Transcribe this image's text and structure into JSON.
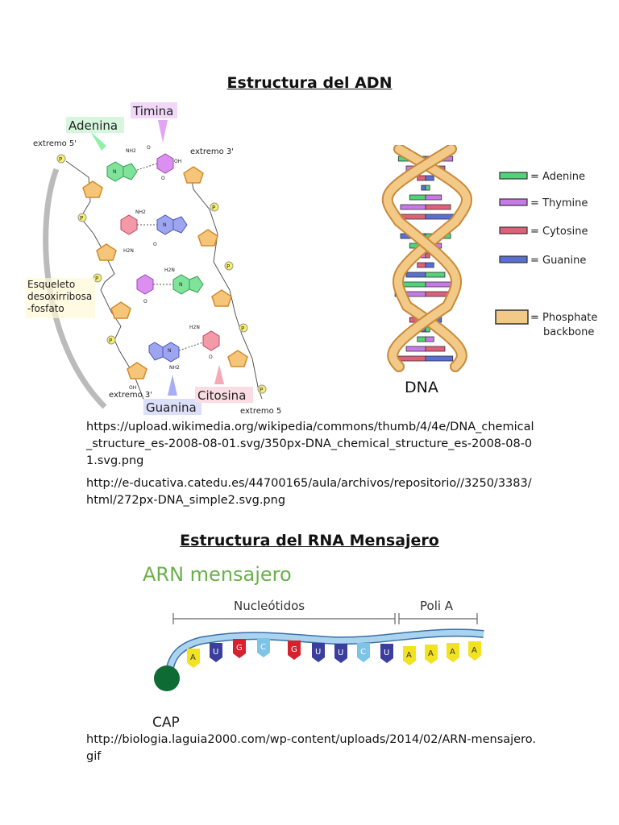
{
  "heading_adn": "Estructura del ADN",
  "chem": {
    "adenina": "Adenina",
    "timina": "Timina",
    "guanina": "Guanina",
    "citosina": "Citosina",
    "extremo5_top": "extremo 5'",
    "extremo3_top": "extremo 3'",
    "extremo3_bottom": "extremo 3'",
    "extremo5_bottom": "extremo 5",
    "esqueleto_1": "Esqueleto",
    "esqueleto_2": "desoxirribosa",
    "esqueleto_3": "-fosfato",
    "nh2": "NH2",
    "h2n": "H2N",
    "oh": "OH",
    "p": "P",
    "o": "O",
    "n": "N"
  },
  "helix": {
    "legend": [
      {
        "label": "= Adenine",
        "color": "#4fd47a"
      },
      {
        "label": "= Thymine",
        "color": "#c77ae6"
      },
      {
        "label": "= Cytosine",
        "color": "#e0607a"
      },
      {
        "label": "= Guanine",
        "color": "#5a6fd6"
      }
    ],
    "backbone_label_1": "= Phosphate",
    "backbone_label_2": "backbone",
    "backbone_color": "#f2c987",
    "title": "DNA"
  },
  "url_adn_1": "https://upload.wikimedia.org/wikipedia/commons/thumb/4/4e/DNA_chemical_structure_es-2008-08-01.svg/350px-DNA_chemical_structure_es-2008-08-01.svg.png",
  "url_adn_2": "http://e-ducativa.catedu.es/44700165/aula/archivos/repositorio//3250/3383/html/272px-DNA_simple2.svg.png",
  "heading_rna": "Estructura del RNA Mensajero",
  "rna": {
    "title": "ARN mensajero",
    "nucleotidos": "Nucleótidos",
    "poli_a": "Poli A",
    "cap": "CAP",
    "bases": [
      "A",
      "U",
      "G",
      "C",
      "G",
      "U",
      "U",
      "C",
      "U",
      "A",
      "A",
      "A",
      "A"
    ],
    "colors": {
      "A": "#f2e322",
      "U": "#3a3f9e",
      "G": "#d8202e",
      "C": "#7cc4e8"
    },
    "cap_color": "#0e6b34",
    "title_color": "#6ab04c"
  },
  "url_rna": "http://biologia.laguia2000.com/wp-content/uploads/2014/02/ARN-mensajero.gif"
}
